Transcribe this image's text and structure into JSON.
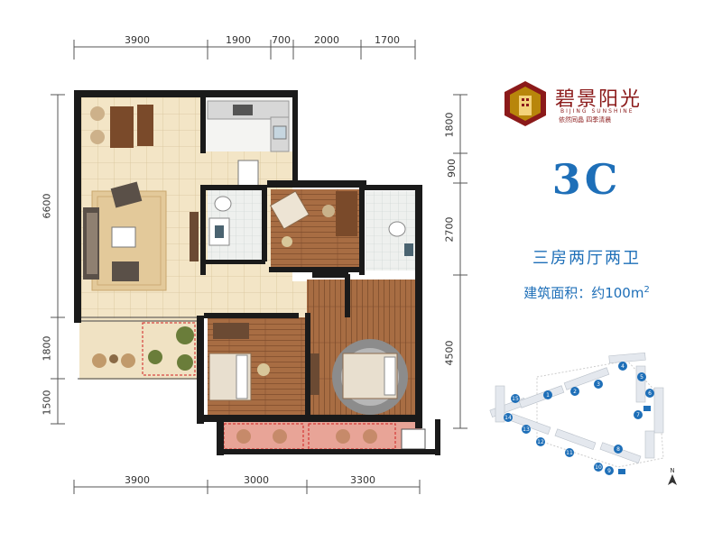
{
  "brand": {
    "name_cn": "碧景阳光",
    "name_en": "BIJING SUNSHINE",
    "slogan": "依然同晶  四季清晨",
    "color": "#8b1a1a"
  },
  "unit": {
    "code": "3C",
    "layout": "三房两厅两卫",
    "area_label": "建筑面积：约100m",
    "area_sup": "2",
    "accent_color": "#1e6fb8"
  },
  "dimensions": {
    "top": [
      "3900",
      "1900",
      "700",
      "2000",
      "1700"
    ],
    "bottom": [
      "3900",
      "3000",
      "3300"
    ],
    "left": [
      "6600",
      "1800",
      "1500"
    ],
    "right": [
      "1800",
      "900",
      "2700",
      "4500"
    ]
  },
  "site_plan": {
    "building_numbers": [
      "1",
      "2",
      "3",
      "4",
      "5",
      "6",
      "7",
      "8",
      "9",
      "10",
      "11",
      "12",
      "13",
      "14",
      "15"
    ],
    "north_label": "N"
  }
}
